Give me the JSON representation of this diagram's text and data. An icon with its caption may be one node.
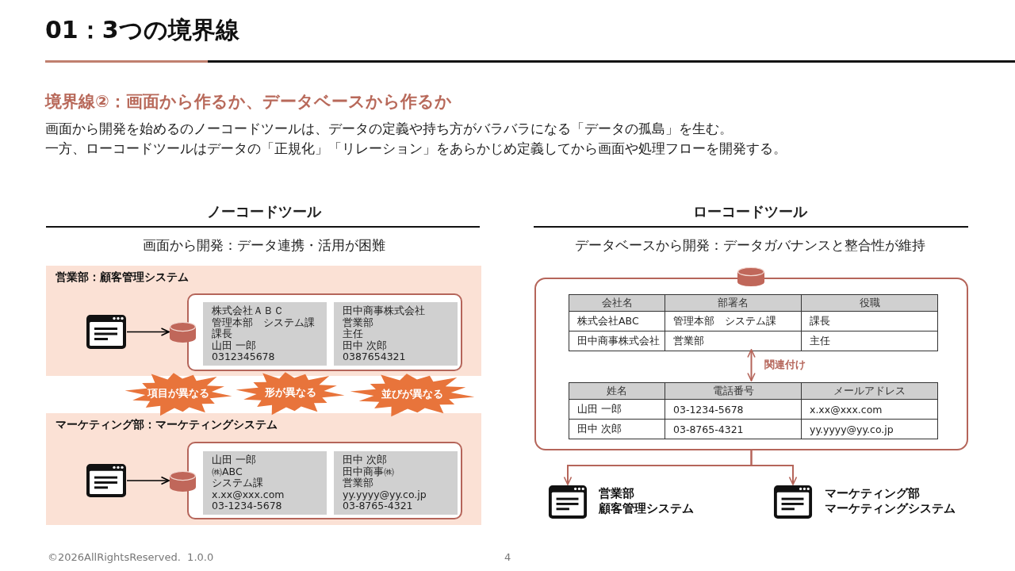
{
  "diagram": {
    "title": "01：3つの境界線",
    "nodes": [
      {
        "text": [
          "営業部：顧客管理システム"
        ]
      },
      {
        "text": [],
        "shape": "picture",
        "in": 0
      },
      {
        "text": [],
        "shape": "cylinder",
        "in": 0
      },
      {
        "text": [],
        "shape": "box",
        "in": 0
      },
      {
        "text": [
          "株式会社ＡＢＣ",
          "管理本部　システム課",
          "課長",
          "山田 一郎",
          "0312345678"
        ],
        "in": 3
      },
      {
        "text": [
          "田中商事株式会社",
          "営業部",
          "主任",
          "田中 次郎",
          "0387654321"
        ],
        "in": 3
      },
      {
        "text": [
          "項目が異なる"
        ]
      },
      {
        "text": [
          "形が異なる"
        ]
      },
      {
        "text": [
          "並びが異なる"
        ]
      },
      {
        "text": [
          "マーケティング部：マーケティングシステム"
        ]
      },
      {
        "text": [],
        "shape": "picture",
        "in": 9
      },
      {
        "text": [],
        "shape": "cylinder",
        "in": 9
      },
      {
        "text": [],
        "shape": "box",
        "in": 9
      },
      {
        "text": [
          "山田 一郎",
          "㈱ABC",
          "システム課",
          "x.xx@xxx.com",
          "03-1234-5678"
        ],
        "in": 12
      },
      {
        "text": [
          "田中 次郎",
          "田中商事㈱",
          "営業部",
          "yy.yyyy@yy.co.jp",
          "03-8765-4321"
        ],
        "in": 12
      },
      {
        "text": [],
        "shape": "box"
      },
      {
        "text": [],
        "shape": "cylinder"
      },
      {
        "text": [
          "会社名",
          "部署名",
          "役職",
          "株式会社ABC",
          "管理本部　システム課",
          "課長",
          "田中商事株式会社",
          "営業部",
          "主任"
        ],
        "in": 15
      },
      {
        "text": [
          "姓名",
          "電話番号",
          "メールアドレス",
          "山田 一郎",
          "03-1234-5678",
          "x.xx@xxx.com",
          "田中 次郎",
          "03-8765-4321",
          "yy.yyyy@yy.co.jp"
        ],
        "in": 15
      },
      {
        "text": [],
        "shape": "picture",
        "beside": [
          "営業部",
          "顧客管理システム"
        ]
      },
      {
        "text": [],
        "shape": "picture",
        "beside": [
          "マーケティング部",
          "マーケティングシステム"
        ]
      }
    ],
    "edges": [
      {
        "from": 1,
        "to": 2,
        "arrow": "to",
        "color": "#000000"
      },
      {
        "from": 10,
        "to": 11,
        "arrow": "to",
        "color": "#000000"
      },
      {
        "from": 17,
        "to": 18,
        "arrow": "both",
        "label": "関連付け"
      },
      {
        "from": 15,
        "to": 19,
        "arrow": "to"
      },
      {
        "from": 15,
        "to": 20,
        "arrow": "to"
      }
    ],
    "labels": [
      "境界線②：画面から作るか、データベースから作るか",
      "画面から開発を始めるのノーコードツールは、データの定義や持ち方がバラバラになる「データの孤島」を生む。",
      "一方、ローコードツールはデータの「正規化」「リレーション」をあらかじめ定義してから画面や処理フローを開発する。",
      "ノーコードツール",
      "画面から開発：データ連携・活用が困難",
      "ローコードツール",
      "データベースから開発：データガバナンスと整合性が維持",
      "©2026AllRightsReserved.  1.0.0",
      "4"
    ]
  }
}
